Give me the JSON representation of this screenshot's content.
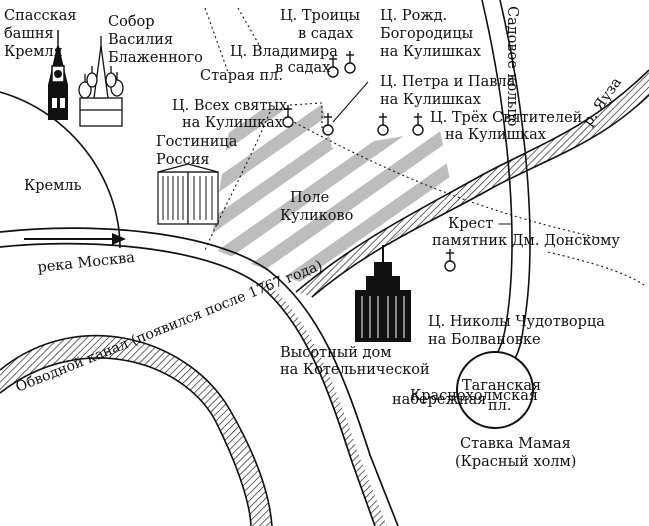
{
  "labels": {
    "spasskaya": [
      "Спасская",
      "башня",
      "Кремля"
    ],
    "sobor": [
      "Собор",
      "Василия",
      "Блаженного"
    ],
    "troitsy": [
      "Ц. Троицы",
      "в садах"
    ],
    "rozhd": [
      "Ц. Рожд.",
      "Богородицы",
      "на Кулишках"
    ],
    "vladimira": [
      "Ц. Владимира",
      "в садах"
    ],
    "staraya": "Старая пл.",
    "petra": [
      "Ц. Петра и Павла",
      "на Кулишках"
    ],
    "vsekh": [
      "Ц. Всех святых",
      "на Кулишках"
    ],
    "tryokh": [
      "Ц. Трёх Святителей",
      "на Кулишках"
    ],
    "gostinitsa": [
      "Гостиница",
      "Россия"
    ],
    "kreml": "Кремль",
    "pole": [
      "Поле",
      "Куликово"
    ],
    "krest": [
      "Крест —",
      "памятник Дм. Донскому"
    ],
    "reka": "река Москва",
    "yauza": "р. Яуза",
    "sadovoe": "Садовое кольцо",
    "nikoly": [
      "Ц. Николы Чудотворца",
      "на Болвановке"
    ],
    "vysotny": [
      "Высотный дом",
      "на Котельнической"
    ],
    "taganskaya": [
      "Таганская",
      "пл."
    ],
    "stavka": [
      "Ставка Мамая",
      "(Красный холм)"
    ],
    "obvodnoy": "Обводной канал (появился после 1767 года)",
    "krasnokholm": [
      "Краснохолмская",
      "набережная"
    ]
  }
}
